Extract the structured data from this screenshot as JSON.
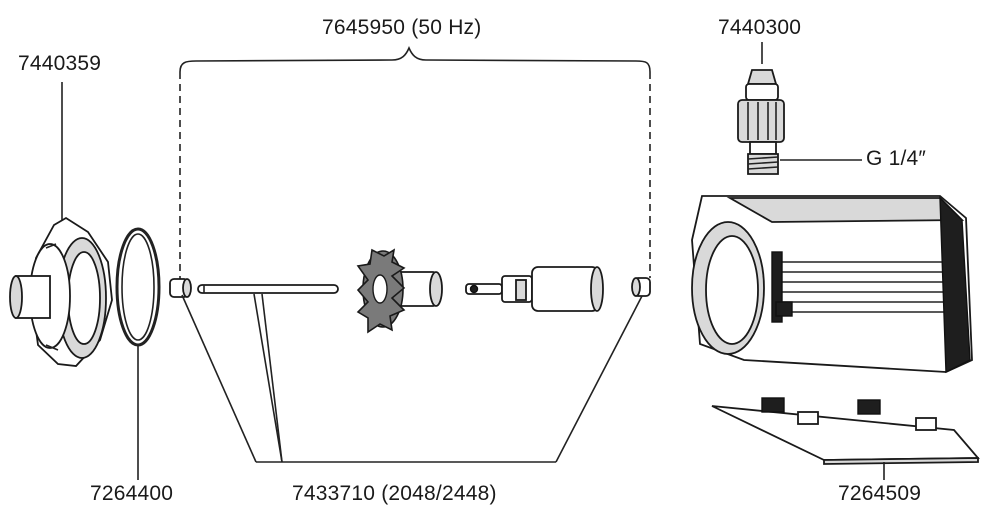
{
  "labels": {
    "volute": "7440359",
    "oring": "7264400",
    "kit": "7645950",
    "kit_note": "(50 Hz)",
    "shaft": "7433710",
    "shaft_note": "(2048/2448)",
    "nozzle": "7440300",
    "thread": "G 1/4″",
    "base": "7264509"
  }
}
